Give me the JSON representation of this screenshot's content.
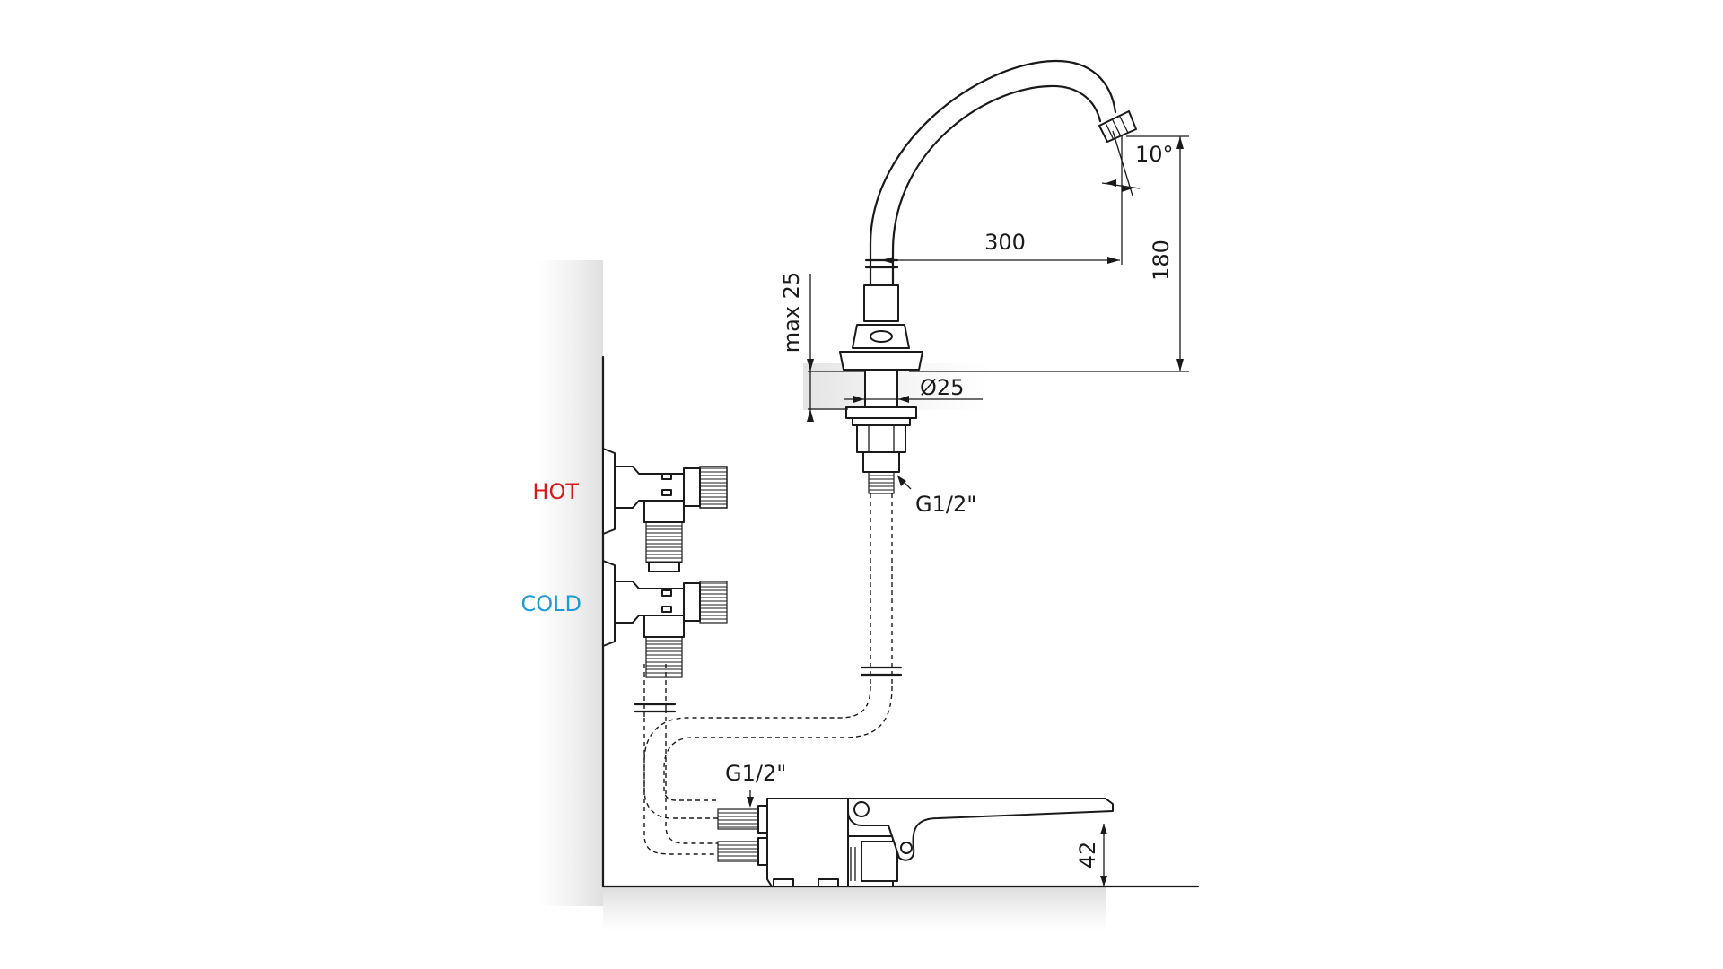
{
  "labels": {
    "hot": "HOT",
    "cold": "COLD",
    "spout_reach": "300",
    "spout_height": "180",
    "spout_angle": "10°",
    "max_thickness": "max 25",
    "hole_diameter": "Ø25",
    "thread_top": "G1/2\"",
    "thread_pedal": "G1/2\"",
    "pedal_height": "42"
  },
  "colors": {
    "hot": "#d7191c",
    "cold": "#1e9bd7",
    "line": "#1a1a1a"
  }
}
